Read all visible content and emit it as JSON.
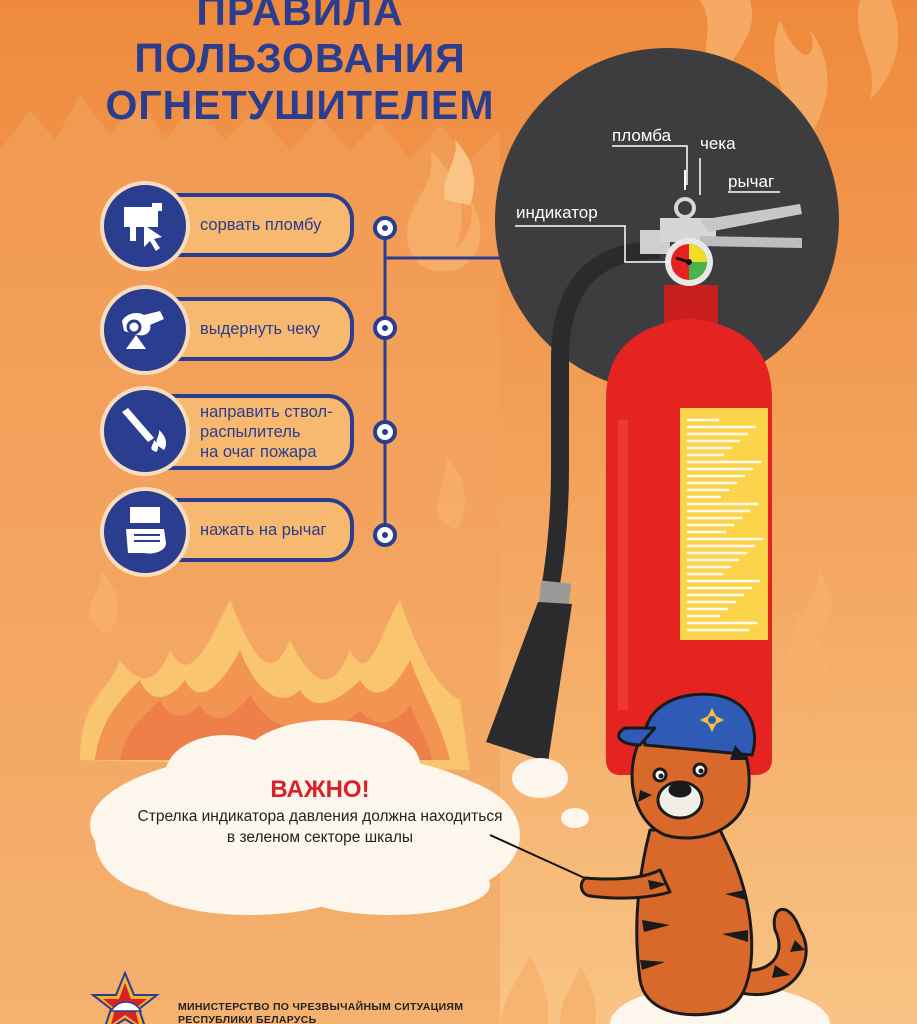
{
  "title": {
    "lines": [
      "ПРАВИЛА",
      "ПОЛЬЗОВАНИЯ",
      "ОГНЕТУШИТЕЛЕМ"
    ]
  },
  "colors": {
    "title_blue": "#2a3d8f",
    "background_orange": "#ef8a3c",
    "cylinder_red": "#e52421",
    "label_yellow": "#fbd44b",
    "important_red": "#d8222a"
  },
  "steps": [
    {
      "label": "сорвать пломбу",
      "icon": "seal-tear-icon"
    },
    {
      "label": "выдернуть чеку",
      "icon": "pin-pull-icon"
    },
    {
      "label": "направить ствол-\nраспылитель\nна очаг пожара",
      "icon": "nozzle-aim-icon"
    },
    {
      "label": "нажать на рычаг",
      "icon": "lever-press-icon"
    }
  ],
  "extinguisher_parts": {
    "seal": "пломба",
    "pin": "чека",
    "lever": "рычаг",
    "indicator": "индикатор"
  },
  "warning": {
    "heading": "ВАЖНО!",
    "text_line1": "Стрелка индикатора давления должна находиться",
    "text_line2": "в зеленом секторе шкалы"
  },
  "footer": {
    "line1": "МИНИСТЕРСТВО ПО ЧРЕЗВЫЧАЙНЫМ СИТУАЦИЯМ",
    "line2": "РЕСПУБЛИКИ БЕЛАРУСЬ"
  }
}
